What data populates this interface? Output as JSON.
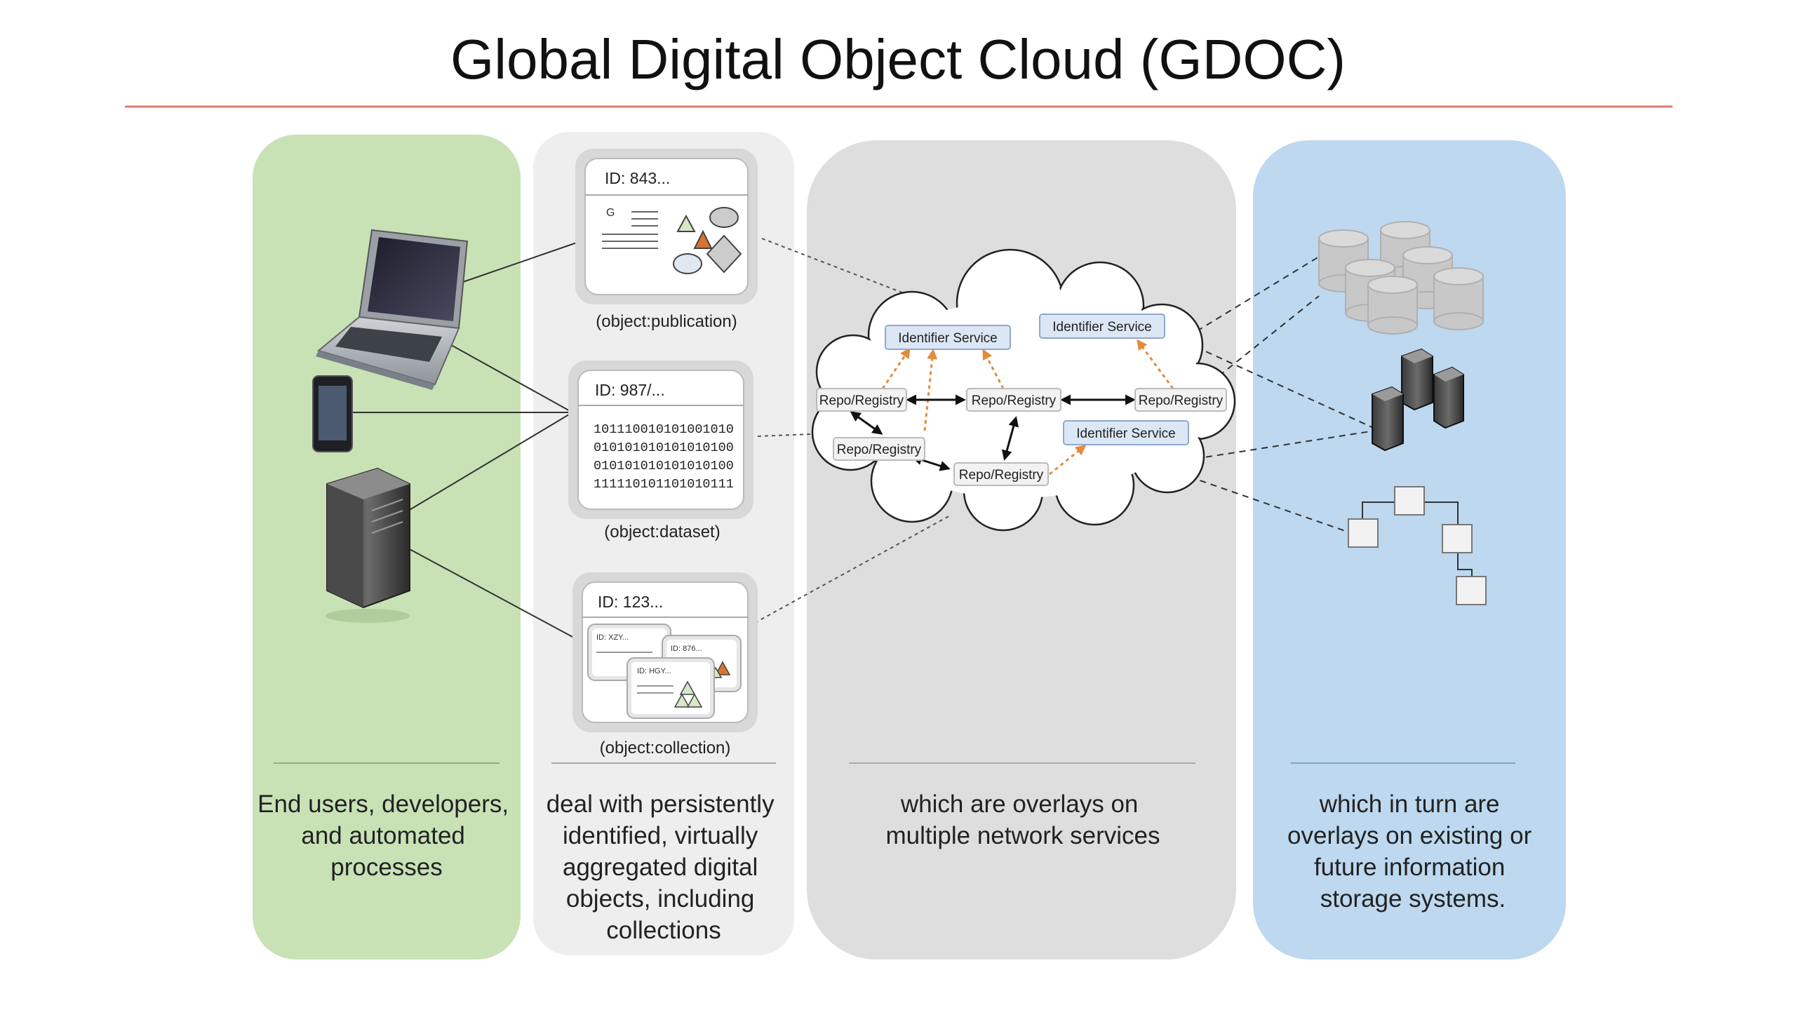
{
  "title": "Global Digital Object Cloud (GDOC)",
  "colors": {
    "title_rule": "#e07a6f",
    "users_panel": "#c8e2b6",
    "objects_panel": "#eeeeee",
    "services_panel": "#dedede",
    "storage_panel": "#bdd8ef",
    "flow_arrow": "#e58a3a"
  },
  "panels": {
    "users": {
      "caption": [
        "End users, developers,",
        "and automated",
        "processes"
      ],
      "icons": [
        "laptop-icon",
        "mobile-phone-icon",
        "server-tower-icon"
      ]
    },
    "objects": {
      "caption": [
        "deal with persistently",
        "identified, virtually",
        "aggregated digital",
        "objects, including",
        "collections"
      ],
      "publication": {
        "id": "ID: 843...",
        "glyph": "G",
        "label": "(object:publication)"
      },
      "dataset": {
        "id": "ID: 987/...",
        "binary": [
          "101110010101001010",
          "010101010101010100",
          "010101010101010100",
          "111110101101010111"
        ],
        "label": "(object:dataset)"
      },
      "collection": {
        "id": "ID: 123...",
        "sub_ids": [
          "ID: XZY...",
          "ID: 876...",
          "ID: HGY..."
        ],
        "label": "(object:collection)"
      }
    },
    "services": {
      "caption": [
        "which are overlays on",
        "multiple network services"
      ],
      "identifier_service": "Identifier Service",
      "repo_registry": "Repo/Registry"
    },
    "storage": {
      "caption": [
        "which  in turn are",
        "overlays on  existing or",
        "future information",
        "storage systems."
      ],
      "icons": [
        "database-cylinders-icon",
        "server-cluster-icon",
        "tree-hierarchy-icon"
      ]
    }
  }
}
